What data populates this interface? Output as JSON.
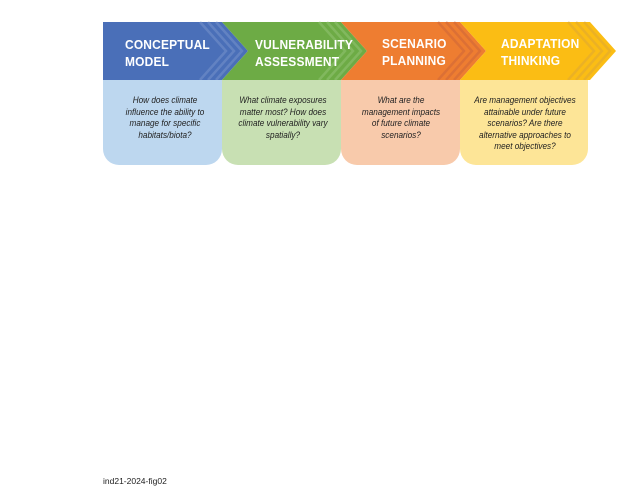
{
  "steps": [
    {
      "title_line1": "CONCEPTUAL",
      "title_line2": "MODEL",
      "question": "How does climate influence the ability to manage for specific habitats/biota?",
      "color": "#4a6fb8",
      "light": "#bdd7ef"
    },
    {
      "title_line1": "VULNERABILITY",
      "title_line2": "ASSESSMENT",
      "question": "What climate exposures matter most? How does climate vulnerability vary spatially?",
      "color": "#6dab45",
      "light": "#c8e0b3"
    },
    {
      "title_line1": "SCENARIO",
      "title_line2": "PLANNING",
      "question": "What are the management impacts of future climate scenarios?",
      "color": "#ee7d31",
      "light": "#f8caab"
    },
    {
      "title_line1": "ADAPTATION",
      "title_line2": "THINKING",
      "question": "Are management objectives attainable under future scenarios? Are there alternative approaches to meet objectives?",
      "color": "#fbbd14",
      "light": "#fde597"
    }
  ],
  "caption": "ind21-2024-fig02"
}
